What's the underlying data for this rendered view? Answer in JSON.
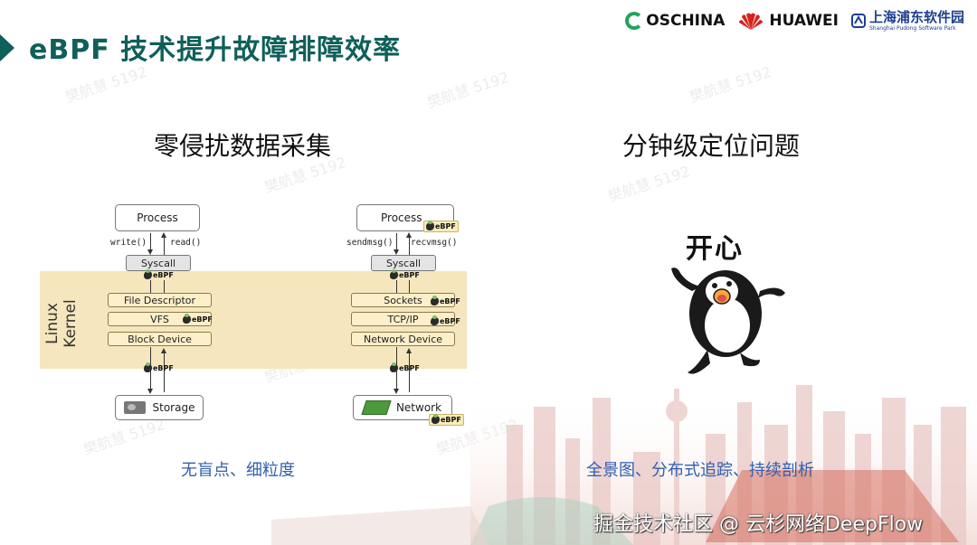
{
  "header": {
    "title": "eBPF 技术提升故障排障效率",
    "logos": {
      "oschina": "OSCHINA",
      "huawei": "HUAWEI",
      "pudong_cn": "上海浦东软件园",
      "pudong_en": "Shanghai Pudong Software Park"
    }
  },
  "left": {
    "heading": "零侵扰数据采集",
    "caption": "无盲点、细粒度",
    "kernel_label_1": "Linux",
    "kernel_label_2": "Kernel",
    "storage_stack": {
      "process": "Process",
      "write": "write()",
      "read": "read()",
      "syscall": "Syscall",
      "file_descriptor": "File Descriptor",
      "vfs": "VFS",
      "block_device": "Block Device",
      "storage": "Storage"
    },
    "network_stack": {
      "process": "Process",
      "sendmsg": "sendmsg()",
      "recvmsg": "recvmsg()",
      "syscall": "Syscall",
      "sockets": "Sockets",
      "tcpip": "TCP/IP",
      "network_device": "Network Device",
      "network": "Network"
    },
    "ebpf_label": "eBPF"
  },
  "right": {
    "heading": "分钟级定位问题",
    "card_text": "开心",
    "caption": "全景图、分布式追踪、持续剖析"
  },
  "footer": {
    "watermark": "掘金技术社区 @ 云杉网络DeepFlow",
    "faint_mark": "樊航慧 5192"
  }
}
